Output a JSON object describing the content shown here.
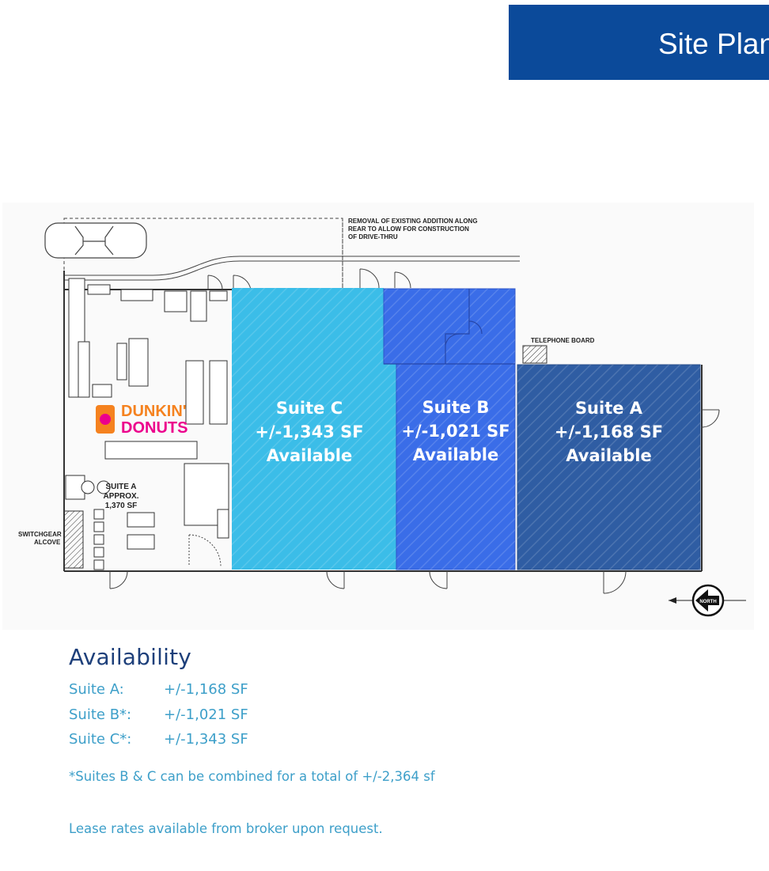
{
  "header": {
    "title": "Site Plan",
    "color": "#0b4a9a"
  },
  "plan": {
    "notes": {
      "removal": [
        "REMOVAL OF EXISTING ADDITION ALONG",
        "REAR TO ALLOW FOR CONSTRUCTION",
        "OF DRIVE-THRU"
      ],
      "telephone_board": "TELEPHONE BOARD",
      "switchgear": [
        "SWITCHGEAR",
        "ALCOVE"
      ],
      "existing_suite": [
        "SUITE A",
        "APPROX.",
        "1,370 SF"
      ],
      "logo": [
        "DUNKIN'",
        "DONUTS"
      ],
      "north": "NORTH"
    },
    "suites": [
      {
        "name": "Suite C",
        "area": "+/-1,343 SF",
        "status": "Available",
        "color": "#3bbde8"
      },
      {
        "name": "Suite B",
        "area": "+/-1,021 SF",
        "status": "Available",
        "color": "#3a6de8"
      },
      {
        "name": "Suite A",
        "area": "+/-1,168 SF",
        "status": "Available",
        "color": "#2f5da3"
      }
    ]
  },
  "availability": {
    "heading": "Availability",
    "rows": [
      {
        "label": "Suite A:",
        "value": "+/-1,168 SF"
      },
      {
        "label": "Suite B*:",
        "value": "+/-1,021 SF"
      },
      {
        "label": "Suite C*:",
        "value": "+/-1,343 SF"
      }
    ],
    "footnote": "*Suites B & C can be combined for a total of +/-2,364 sf",
    "lease_note": "Lease rates available from broker upon request."
  }
}
